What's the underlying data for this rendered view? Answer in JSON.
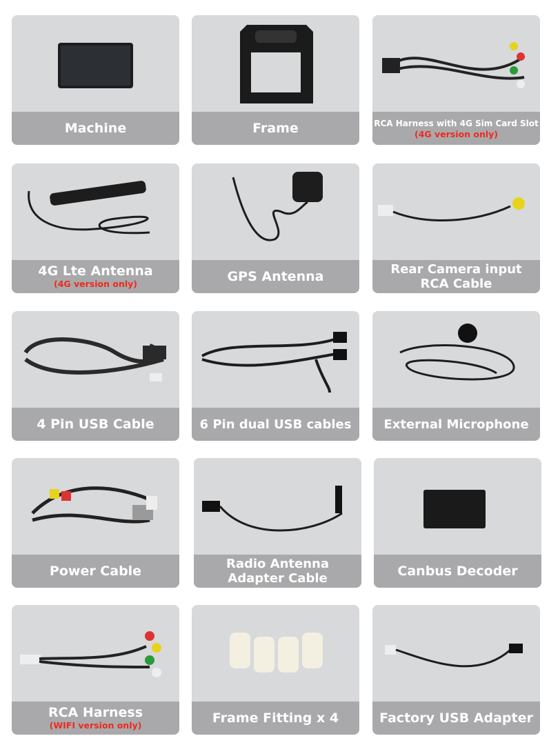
{
  "items": [
    {
      "title": "Machine",
      "icon": "head-unit-icon"
    },
    {
      "title": "Frame",
      "icon": "frame-icon"
    },
    {
      "title": "RCA Harness with 4G Sim Card Slot",
      "note": "(4G version only)",
      "icon": "rca-harness-sim-icon"
    },
    {
      "title": "4G Lte Antenna",
      "note": "(4G version only)",
      "icon": "lte-antenna-icon"
    },
    {
      "title": "GPS Antenna",
      "icon": "gps-antenna-icon"
    },
    {
      "title": "Rear Camera input",
      "title2": "RCA Cable",
      "icon": "rca-cable-icon"
    },
    {
      "title": "4 Pin USB Cable",
      "icon": "usb-cable-icon"
    },
    {
      "title": "6 Pin dual USB cables",
      "icon": "dual-usb-cable-icon"
    },
    {
      "title": "External Microphone",
      "icon": "microphone-icon"
    },
    {
      "title": "Power Cable",
      "icon": "power-cable-icon"
    },
    {
      "title": "Radio Antenna",
      "title2": "Adapter Cable",
      "icon": "radio-adapter-icon"
    },
    {
      "title": "Canbus Decoder",
      "icon": "canbus-decoder-icon"
    },
    {
      "title": "RCA Harness",
      "note": "(WIFI version only)",
      "icon": "rca-harness-icon"
    },
    {
      "title": "Frame Fitting x 4",
      "icon": "frame-fitting-icon"
    },
    {
      "title": "Factory USB Adapter",
      "icon": "usb-adapter-icon"
    }
  ],
  "colors": {
    "card": "#d8d9db",
    "band": "#a9a9ab",
    "note": "#ee2a1d"
  }
}
